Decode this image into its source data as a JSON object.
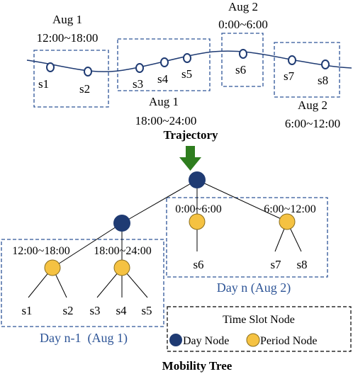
{
  "trajectory": {
    "title": "Trajectory",
    "stay_points": [
      "s1",
      "s2",
      "s3",
      "s4",
      "s5",
      "s6",
      "s7",
      "s8"
    ],
    "windows": [
      {
        "date": "Aug 1",
        "time": "12:00~18:00"
      },
      {
        "date": "Aug 1",
        "time": "18:00~24:00"
      },
      {
        "date": "Aug 2",
        "time": "0:00~6:00"
      },
      {
        "date": "Aug 2",
        "time": "6:00~12:00"
      }
    ]
  },
  "tree": {
    "title": "Mobility Tree",
    "day_groups": [
      {
        "label": "Day n-1  (Aug 1)",
        "periods": [
          "12:00~18:00",
          "18:00~24:00"
        ],
        "leaves": [
          [
            "s1",
            "s2"
          ],
          [
            "s3",
            "s4",
            "s5"
          ]
        ]
      },
      {
        "label": "Day n (Aug 2)",
        "periods": [
          "0:00~6:00",
          "6:00~12:00"
        ],
        "leaves": [
          [
            "s6"
          ],
          [
            "s7",
            "s8"
          ]
        ]
      }
    ]
  },
  "legend": {
    "title": "Time Slot Node",
    "day_node": "Day Node",
    "period_node": "Period Node"
  },
  "colors": {
    "navy": "#1f3b73",
    "gold": "#f5c242",
    "arrow_green": "#2e7d1e",
    "dashed_blue": "#2e5597",
    "blue_text": "#2e5597"
  }
}
